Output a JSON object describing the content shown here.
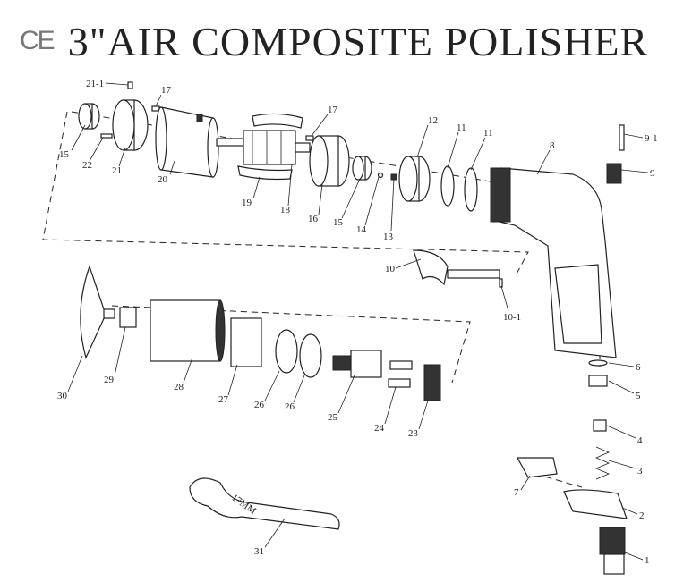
{
  "title": {
    "mark": "CE",
    "text": "3\"AIR  COMPOSITE  POLISHER"
  },
  "wrench_stamp": "17MM",
  "callouts": [
    {
      "key": "c21_1",
      "text": "21-1"
    },
    {
      "key": "c17a",
      "text": "17"
    },
    {
      "key": "c17b",
      "text": "17"
    },
    {
      "key": "c15a",
      "text": "15"
    },
    {
      "key": "c22",
      "text": "22"
    },
    {
      "key": "c21",
      "text": "21"
    },
    {
      "key": "c20",
      "text": "20"
    },
    {
      "key": "c19",
      "text": "19"
    },
    {
      "key": "c18",
      "text": "18"
    },
    {
      "key": "c16",
      "text": "16"
    },
    {
      "key": "c15b",
      "text": "15"
    },
    {
      "key": "c14",
      "text": "14"
    },
    {
      "key": "c13",
      "text": "13"
    },
    {
      "key": "c12",
      "text": "12"
    },
    {
      "key": "c11a",
      "text": "11"
    },
    {
      "key": "c11b",
      "text": "11"
    },
    {
      "key": "c8",
      "text": "8"
    },
    {
      "key": "c9_1",
      "text": "9-1"
    },
    {
      "key": "c9",
      "text": "9"
    },
    {
      "key": "c10",
      "text": "10"
    },
    {
      "key": "c10_1",
      "text": "10-1"
    },
    {
      "key": "c6",
      "text": "6"
    },
    {
      "key": "c5",
      "text": "5"
    },
    {
      "key": "c4",
      "text": "4"
    },
    {
      "key": "c3",
      "text": "3"
    },
    {
      "key": "c7",
      "text": "7"
    },
    {
      "key": "c2",
      "text": "2"
    },
    {
      "key": "c1",
      "text": "1"
    },
    {
      "key": "c30",
      "text": "30"
    },
    {
      "key": "c29",
      "text": "29"
    },
    {
      "key": "c28",
      "text": "28"
    },
    {
      "key": "c27",
      "text": "27"
    },
    {
      "key": "c26a",
      "text": "26"
    },
    {
      "key": "c26b",
      "text": "26"
    },
    {
      "key": "c25",
      "text": "25"
    },
    {
      "key": "c24",
      "text": "24"
    },
    {
      "key": "c23",
      "text": "23"
    },
    {
      "key": "c31",
      "text": "31"
    }
  ]
}
